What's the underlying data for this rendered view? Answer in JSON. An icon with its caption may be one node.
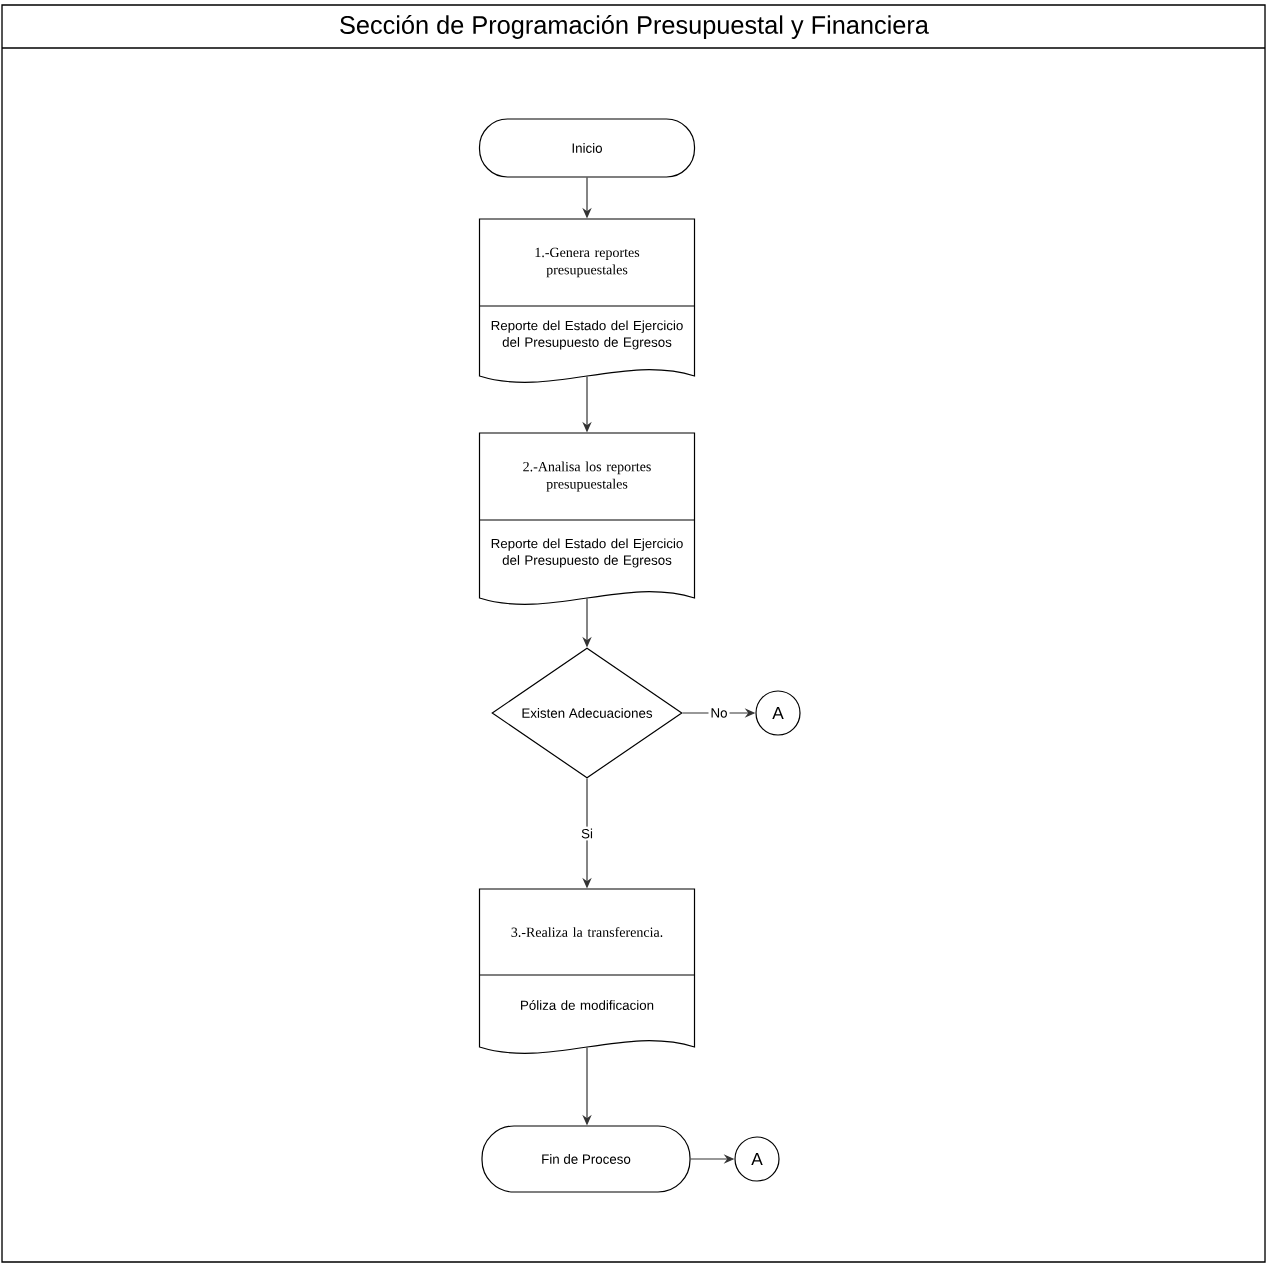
{
  "diagram": {
    "title": "Sección de Programación Presupuestal y Financiera",
    "nodes": [
      {
        "text": [
          "Inicio"
        ]
      },
      {
        "text": [
          "1.-Genera reportes presupuestales",
          "Reporte del Estado del Ejercicio del Presupuesto de Egresos"
        ]
      },
      {
        "text": [
          "2.-Analisa los reportes presupuestales",
          "Reporte del Estado del Ejercicio del Presupuesto de Egresos"
        ]
      },
      {
        "text": [
          "Existen Adecuaciones"
        ]
      },
      {
        "text": [
          "A"
        ]
      },
      {
        "text": [
          "3.-Realiza la transferencia.",
          "Póliza de modificacion"
        ]
      },
      {
        "text": [
          "Fin de Proceso"
        ]
      },
      {
        "text": [
          "A"
        ]
      }
    ],
    "edges": [
      {
        "from": 0,
        "to": 1,
        "arrow": "to"
      },
      {
        "from": 1,
        "to": 2,
        "arrow": "to"
      },
      {
        "from": 2,
        "to": 3,
        "arrow": "to"
      },
      {
        "from": 3,
        "to": 4,
        "arrow": "to",
        "label": "No"
      },
      {
        "from": 3,
        "to": 5,
        "arrow": "to",
        "label": "Si"
      },
      {
        "from": 5,
        "to": 6,
        "arrow": "to"
      },
      {
        "from": 6,
        "to": 7,
        "arrow": "to"
      }
    ]
  }
}
